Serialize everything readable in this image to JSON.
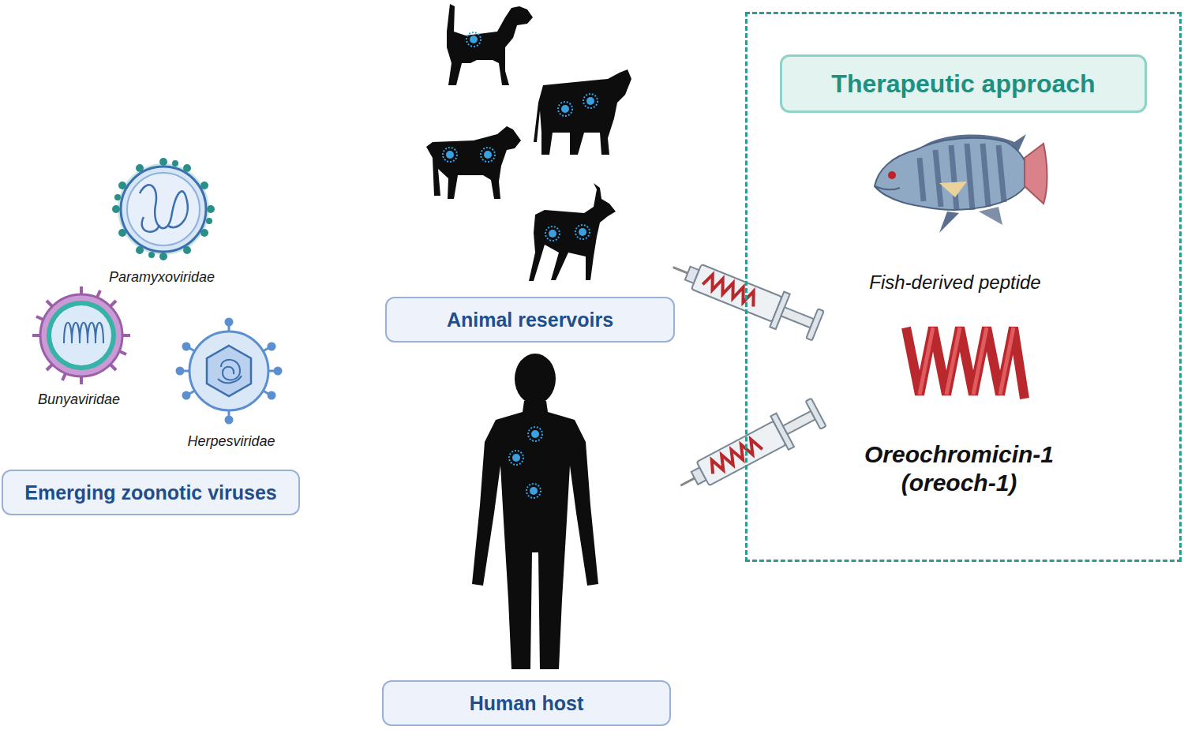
{
  "diagram": {
    "nodes": [
      {
        "text": [
          "Emerging zoonotic viruses"
        ]
      },
      {
        "text": [
          "Animal reservoirs"
        ]
      },
      {
        "text": [
          "Human host"
        ]
      },
      {
        "text": [
          "Fish-derived peptide",
          "Oreochromicin-1 (oreoch-1)"
        ]
      },
      {
        "text": [
          "Therapeutic approach"
        ],
        "in": 3
      }
    ],
    "labels": [
      "Paramyxoviridae",
      "Bunyaviridae",
      "Herpesviridae"
    ]
  }
}
